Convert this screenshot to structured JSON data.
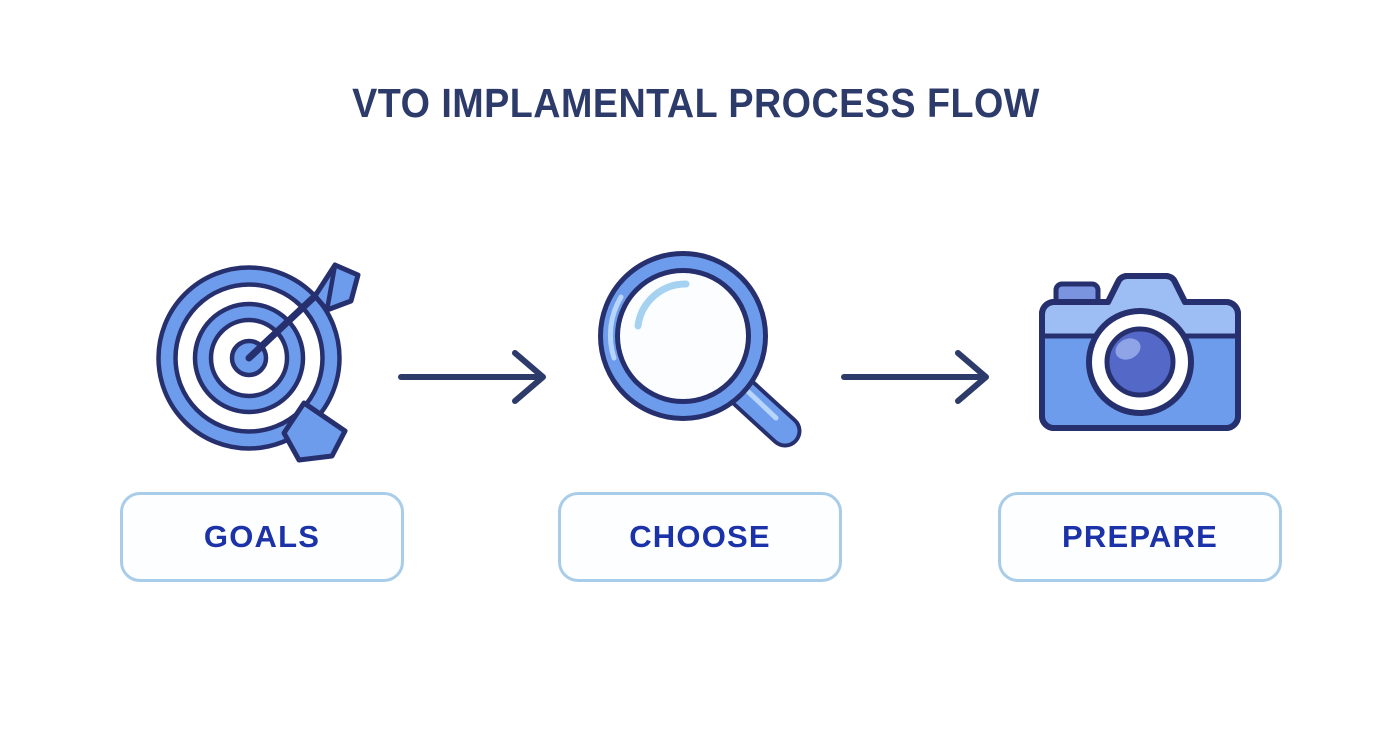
{
  "page": {
    "background_color": "#ffffff",
    "title": "VTO IMPLAMENTAL PROCESS FLOW",
    "title_color": "#2d3b6b"
  },
  "palette": {
    "navy_outline": "#27306e",
    "blue_fill": "#6e9cec",
    "blue_light": "#9dbdf5",
    "blue_pale": "#c3d8fb",
    "lens_indigo": "#5468c8",
    "highlight": "#b8d5fb",
    "label_border": "#a9cde9",
    "label_text": "#1b32a8",
    "arrow_color": "#2d3b6b",
    "white": "#ffffff"
  },
  "flow": {
    "steps": [
      {
        "id": "goals",
        "label": "GOALS",
        "icon_name": "target-bullseye-icon",
        "icon_description": "Concentric blue target rings with an arrow through the bullseye"
      },
      {
        "id": "choose",
        "label": "CHOOSE",
        "icon_name": "magnifying-glass-icon",
        "icon_description": "Blue magnifying glass with light lens and handle to lower right"
      },
      {
        "id": "prepare",
        "label": "PREPARE",
        "icon_name": "camera-icon",
        "icon_description": "Blue camera with viewfinder bump and round lens"
      }
    ],
    "connectors": [
      {
        "id": "arrow-1",
        "icon_name": "arrow-right-icon",
        "from": "goals",
        "to": "choose"
      },
      {
        "id": "arrow-2",
        "icon_name": "arrow-right-icon",
        "from": "choose",
        "to": "prepare"
      }
    ]
  }
}
